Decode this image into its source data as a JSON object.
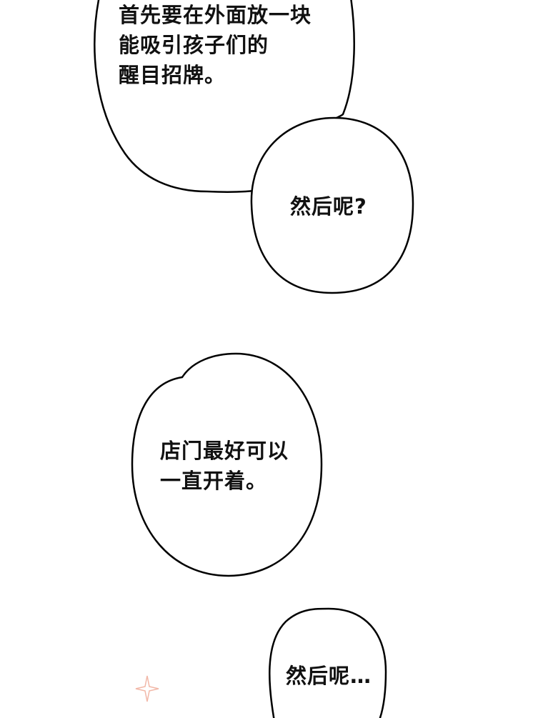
{
  "bubbles": [
    {
      "lines": [
        "首先要在外面放一块",
        "能吸引孩子们的",
        "醒目招牌。"
      ]
    },
    {
      "lines": [
        "然后呢?"
      ]
    },
    {
      "lines": [
        "店门最好可以",
        "一直开着。"
      ]
    },
    {
      "lines": [
        "然后呢…"
      ]
    }
  ],
  "sparkle": {
    "color": "#f2b8a8",
    "icon": "sparkle-icon"
  }
}
